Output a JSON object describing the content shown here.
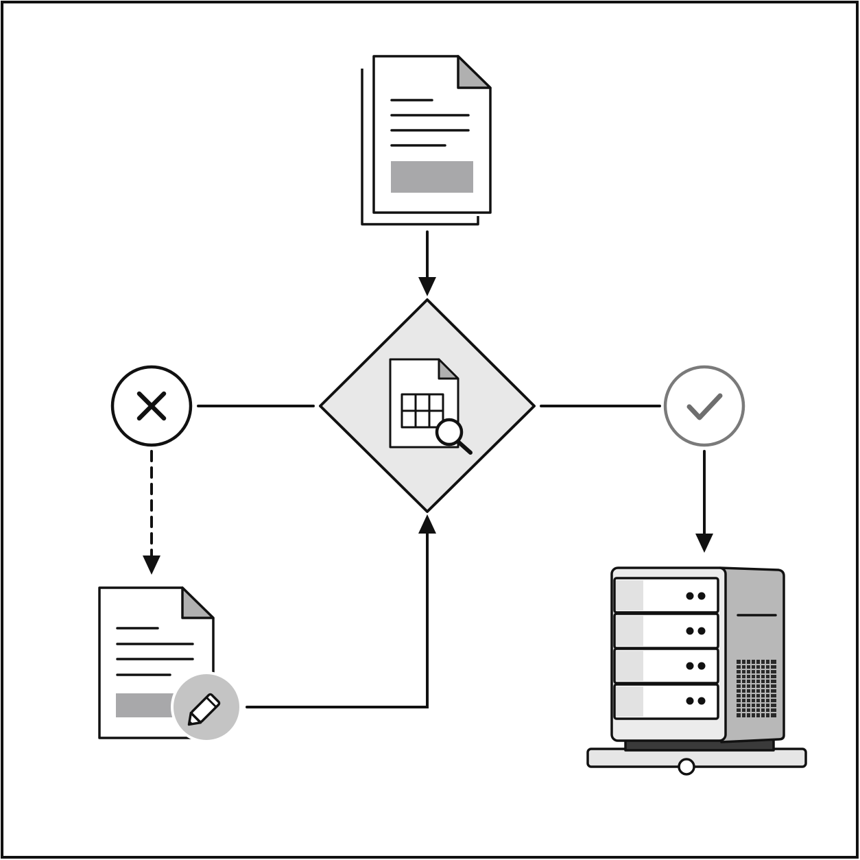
{
  "diagram": {
    "nodes": [
      {
        "id": "input-documents",
        "kind": "stacked-document",
        "icon": "document-stack-icon"
      },
      {
        "id": "validation-decision",
        "kind": "diamond",
        "icon": "spreadsheet-search-icon"
      },
      {
        "id": "rejected",
        "kind": "status-circle",
        "icon": "x-mark-icon"
      },
      {
        "id": "approved",
        "kind": "status-circle",
        "icon": "check-mark-icon"
      },
      {
        "id": "revised-document",
        "kind": "document",
        "icon": "document-edit-icon"
      },
      {
        "id": "server-storage",
        "kind": "server",
        "icon": "server-rack-icon"
      }
    ],
    "edges": [
      {
        "from": "input-documents",
        "to": "validation-decision",
        "style": "solid",
        "arrow": true
      },
      {
        "from": "validation-decision",
        "to": "rejected",
        "style": "solid",
        "arrow": false
      },
      {
        "from": "validation-decision",
        "to": "approved",
        "style": "solid",
        "arrow": false
      },
      {
        "from": "rejected",
        "to": "revised-document",
        "style": "dashed",
        "arrow": true
      },
      {
        "from": "revised-document",
        "to": "validation-decision",
        "style": "solid",
        "arrow": true
      },
      {
        "from": "approved",
        "to": "server-storage",
        "style": "solid",
        "arrow": true
      }
    ]
  },
  "colors": {
    "stroke": "#111111",
    "fill_light": "#e8e8e8",
    "fill_mid": "#b0b0b0",
    "fill_dark": "#3a3a3a",
    "approved_ring": "#7a7a7a",
    "page": "#ffffff"
  }
}
